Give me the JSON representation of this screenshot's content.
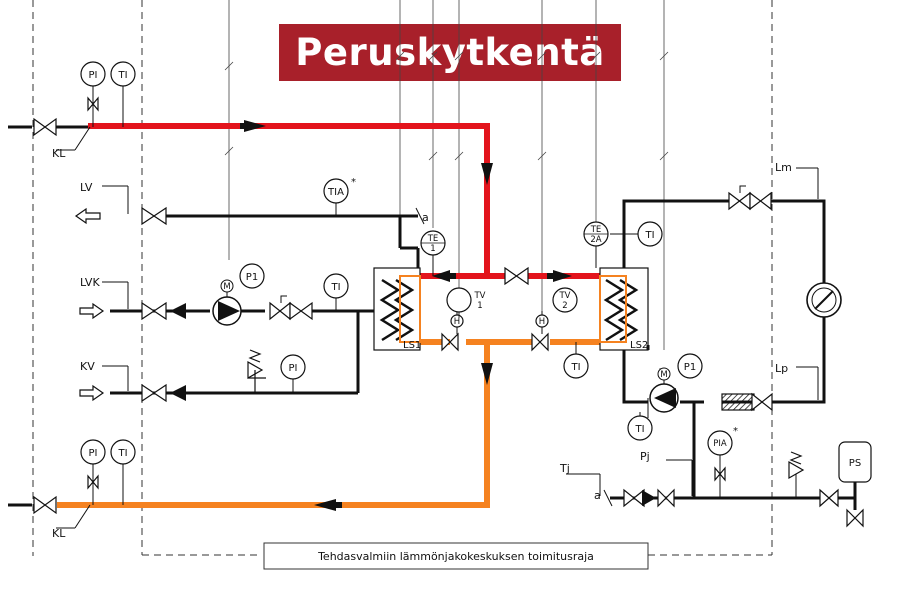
{
  "title": "Peruskytkentä",
  "boundary_label": "Tehdasvalmiin lämmönjakokeskuksen toimitusraja",
  "lines": {
    "kl_top": "KL",
    "kl_bottom": "KL",
    "lv": "LV",
    "lvk": "LVK",
    "kv": "KV",
    "lm": "Lm",
    "lp": "Lp",
    "tj": "Tj",
    "pj": "Pj",
    "a_upper": "a",
    "a_lower": "a"
  },
  "exchangers": {
    "ls1": "LS1",
    "ls2": "LS2"
  },
  "instruments": {
    "pi_top": "PI",
    "ti_top": "TI",
    "tia": "TIA",
    "tia_star": "*",
    "te1_a": "TE",
    "te1_b": "1",
    "p1_left": "P1",
    "m_left": "M",
    "ti_lvk": "TI",
    "pi_kv": "PI",
    "tv1_a": "TV",
    "tv1_b": "1",
    "tv2_a": "TV",
    "tv2_b": "2",
    "h1": "H",
    "h2": "H",
    "te2a_a": "TE",
    "te2a_b": "2A",
    "ti_te2a": "TI",
    "ti_under_tv2": "TI",
    "p1_right": "P1",
    "m_right": "M",
    "ti_pump_right": "TI",
    "pia": "PIA",
    "pia_star": "*",
    "ps": "PS",
    "pi_bottom": "PI",
    "ti_bottom": "TI"
  },
  "colors": {
    "supply": "#e3141c",
    "return": "#f58220",
    "title_bg": "#a8202a",
    "line": "#111111"
  }
}
